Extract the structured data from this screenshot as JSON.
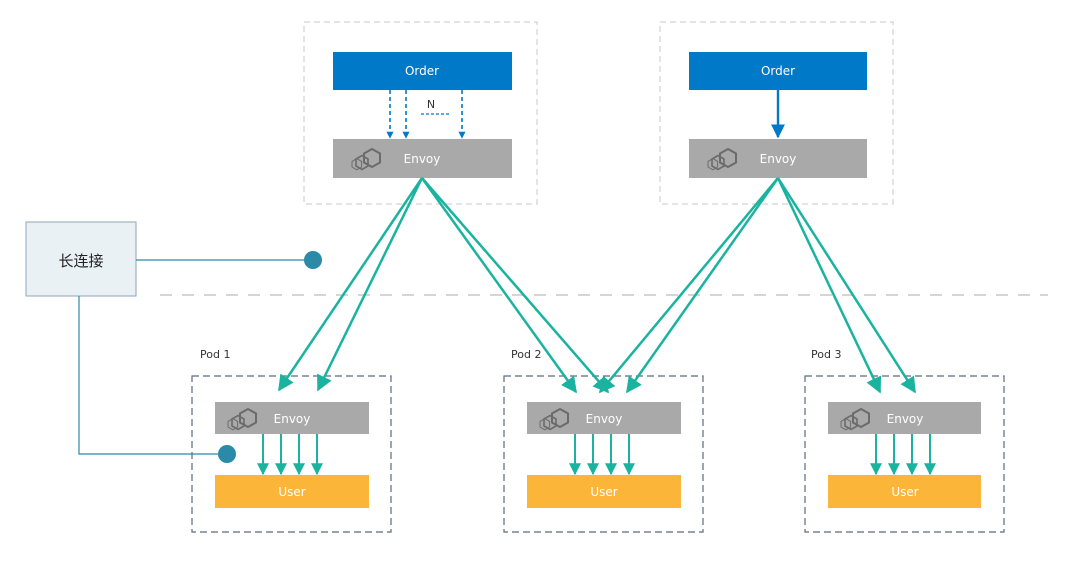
{
  "top_services": [
    {
      "service_label": "Order",
      "proxy_label": "Envoy",
      "multiplex_label": "N"
    },
    {
      "service_label": "Order",
      "proxy_label": "Envoy"
    }
  ],
  "legend": {
    "label": "长连接"
  },
  "pods": [
    {
      "title": "Pod 1",
      "proxy_label": "Envoy",
      "service_label": "User"
    },
    {
      "title": "Pod 2",
      "proxy_label": "Envoy",
      "service_label": "User"
    },
    {
      "title": "Pod 3",
      "proxy_label": "Envoy",
      "service_label": "User"
    }
  ],
  "colors": {
    "order_blue": "#0079c8",
    "envoy_gray": "#a9a9a9",
    "user_orange": "#fbb63a",
    "connection_teal": "#1ab3a0",
    "legend_teal": "#2a8aa8",
    "legend_box_bg": "#e9f1f5",
    "pod_border": "#5b6b80",
    "zone_border": "#c8c8c8"
  },
  "icons": [
    "envoy-hexagon-icon"
  ]
}
